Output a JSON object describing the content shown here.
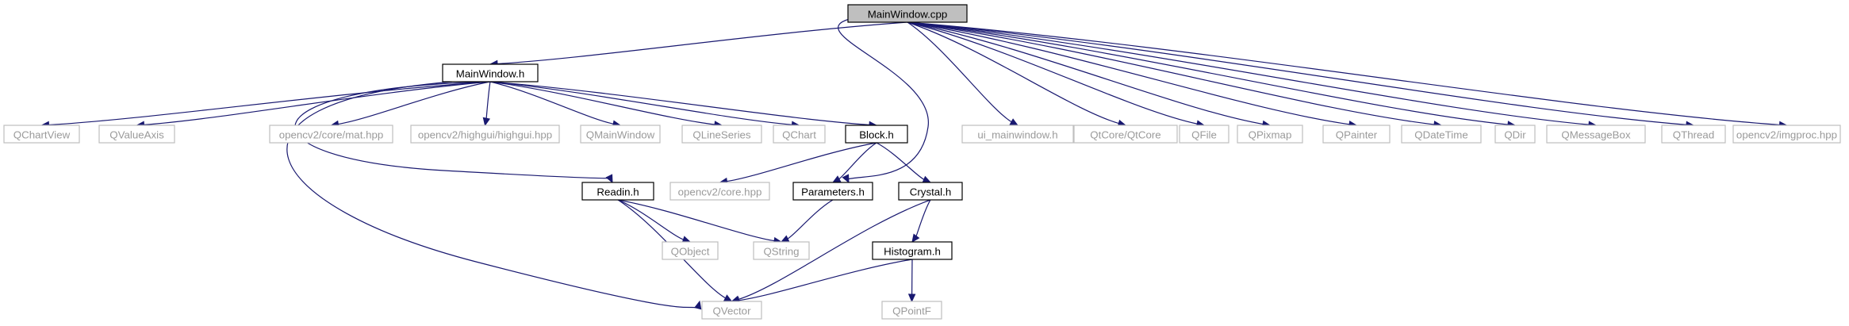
{
  "graph": {
    "nodes": [
      {
        "id": "mainwindow_cpp",
        "label": "MainWindow.cpp",
        "kind": "root"
      },
      {
        "id": "mainwindow_h",
        "label": "MainWindow.h",
        "kind": "file"
      },
      {
        "id": "ui_mainwindow_h",
        "label": "ui_mainwindow.h",
        "kind": "ext"
      },
      {
        "id": "qtcore",
        "label": "QtCore/QtCore",
        "kind": "ext"
      },
      {
        "id": "qfile",
        "label": "QFile",
        "kind": "ext"
      },
      {
        "id": "qpixmap",
        "label": "QPixmap",
        "kind": "ext"
      },
      {
        "id": "qpainter",
        "label": "QPainter",
        "kind": "ext"
      },
      {
        "id": "qdatetime",
        "label": "QDateTime",
        "kind": "ext"
      },
      {
        "id": "qdir",
        "label": "QDir",
        "kind": "ext"
      },
      {
        "id": "qmessagebox",
        "label": "QMessageBox",
        "kind": "ext"
      },
      {
        "id": "qthread",
        "label": "QThread",
        "kind": "ext"
      },
      {
        "id": "imgproc",
        "label": "opencv2/imgproc.hpp",
        "kind": "ext"
      },
      {
        "id": "qchartview",
        "label": "QChartView",
        "kind": "ext"
      },
      {
        "id": "qvalueaxis",
        "label": "QValueAxis",
        "kind": "ext"
      },
      {
        "id": "mat_hpp",
        "label": "opencv2/core/mat.hpp",
        "kind": "ext"
      },
      {
        "id": "highgui_hpp",
        "label": "opencv2/highgui/highgui.hpp",
        "kind": "ext"
      },
      {
        "id": "qmainwindow",
        "label": "QMainWindow",
        "kind": "ext"
      },
      {
        "id": "qlineseries",
        "label": "QLineSeries",
        "kind": "ext"
      },
      {
        "id": "qchart",
        "label": "QChart",
        "kind": "ext"
      },
      {
        "id": "block_h",
        "label": "Block.h",
        "kind": "file"
      },
      {
        "id": "core_hpp",
        "label": "opencv2/core.hpp",
        "kind": "ext"
      },
      {
        "id": "parameters_h",
        "label": "Parameters.h",
        "kind": "file"
      },
      {
        "id": "crystal_h",
        "label": "Crystal.h",
        "kind": "file"
      },
      {
        "id": "readin_h",
        "label": "Readin.h",
        "kind": "file"
      },
      {
        "id": "qobject",
        "label": "QObject",
        "kind": "ext"
      },
      {
        "id": "qstring",
        "label": "QString",
        "kind": "ext"
      },
      {
        "id": "histogram_h",
        "label": "Histogram.h",
        "kind": "file"
      },
      {
        "id": "qvector",
        "label": "QVector",
        "kind": "ext"
      },
      {
        "id": "qpointf",
        "label": "QPointF",
        "kind": "ext"
      }
    ],
    "edges": [
      {
        "from": "mainwindow_cpp",
        "to": "mainwindow_h"
      },
      {
        "from": "mainwindow_cpp",
        "to": "ui_mainwindow_h"
      },
      {
        "from": "mainwindow_cpp",
        "to": "qtcore"
      },
      {
        "from": "mainwindow_cpp",
        "to": "qfile"
      },
      {
        "from": "mainwindow_cpp",
        "to": "qpixmap"
      },
      {
        "from": "mainwindow_cpp",
        "to": "qpainter"
      },
      {
        "from": "mainwindow_cpp",
        "to": "qdatetime"
      },
      {
        "from": "mainwindow_cpp",
        "to": "qdir"
      },
      {
        "from": "mainwindow_cpp",
        "to": "qmessagebox"
      },
      {
        "from": "mainwindow_cpp",
        "to": "qthread"
      },
      {
        "from": "mainwindow_cpp",
        "to": "imgproc"
      },
      {
        "from": "mainwindow_cpp",
        "to": "parameters_h"
      },
      {
        "from": "mainwindow_h",
        "to": "qchartview"
      },
      {
        "from": "mainwindow_h",
        "to": "qvalueaxis"
      },
      {
        "from": "mainwindow_h",
        "to": "mat_hpp"
      },
      {
        "from": "mainwindow_h",
        "to": "highgui_hpp"
      },
      {
        "from": "mainwindow_h",
        "to": "qmainwindow"
      },
      {
        "from": "mainwindow_h",
        "to": "qlineseries"
      },
      {
        "from": "mainwindow_h",
        "to": "qchart"
      },
      {
        "from": "mainwindow_h",
        "to": "block_h"
      },
      {
        "from": "mainwindow_h",
        "to": "readin_h"
      },
      {
        "from": "mainwindow_h",
        "to": "qvector"
      },
      {
        "from": "block_h",
        "to": "core_hpp"
      },
      {
        "from": "block_h",
        "to": "parameters_h"
      },
      {
        "from": "block_h",
        "to": "crystal_h"
      },
      {
        "from": "parameters_h",
        "to": "qstring"
      },
      {
        "from": "crystal_h",
        "to": "histogram_h"
      },
      {
        "from": "crystal_h",
        "to": "qvector"
      },
      {
        "from": "readin_h",
        "to": "qobject"
      },
      {
        "from": "readin_h",
        "to": "qstring"
      },
      {
        "from": "readin_h",
        "to": "qvector"
      },
      {
        "from": "histogram_h",
        "to": "qvector"
      },
      {
        "from": "histogram_h",
        "to": "qpointf"
      }
    ]
  }
}
